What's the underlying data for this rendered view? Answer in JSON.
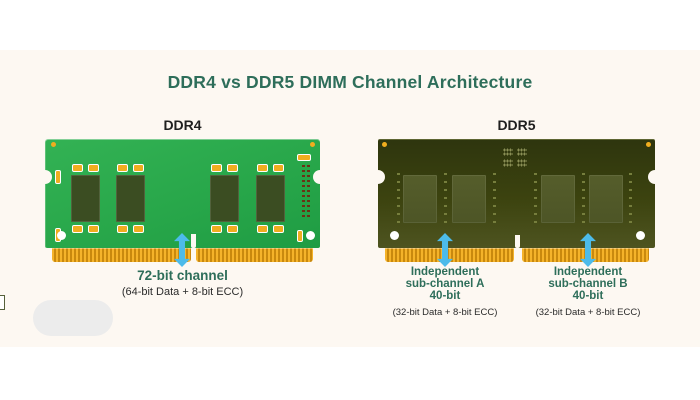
{
  "title": "DDR4 vs DDR5 DIMM Channel Architecture",
  "ddr4": {
    "label": "DDR4",
    "channel_title": "72-bit channel",
    "channel_detail": "(64-bit Data + 8-bit ECC)"
  },
  "ddr5": {
    "label": "DDR5",
    "subchannel_a": {
      "line1": "Independent",
      "line2": "sub-channel A",
      "line3": "40-bit",
      "detail": "(32-bit Data + 8-bit ECC)"
    },
    "subchannel_b": {
      "line1": "Independent",
      "line2": "sub-channel B",
      "line3": "40-bit",
      "detail": "(32-bit Data + 8-bit ECC)"
    }
  },
  "colors": {
    "page-bg": "#ffffff",
    "panel-bg": "#fdf8f2",
    "accent": "#2e6e5a",
    "text-dark": "#1f1f1f",
    "ddr4-pcb": "#28a74a",
    "ddr4-chip": "#3b4d22",
    "ddr5-pcb-top": "#2e350e",
    "ddr5-pcb-bottom": "#4e5420",
    "ddr5-chip": "#4d5526",
    "gold": "#f0ad1f",
    "gold-dark": "#c9890e",
    "arrow-blue": "#4dbbea"
  }
}
